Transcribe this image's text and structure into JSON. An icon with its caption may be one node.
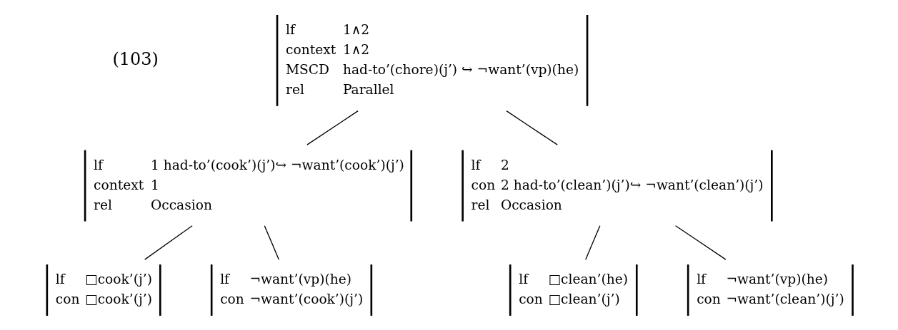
{
  "diagram": {
    "nodes": [
      {
        "text": [
          "lf",
          "1∧2",
          "context",
          "1∧2",
          "MSCD",
          "had-to’(chore)(j’) ↪ ¬want’(vp)(he)",
          "rel",
          "Parallel"
        ]
      },
      {
        "text": [
          "lf",
          "1 had-to’(cook’)(j’)↪ ¬want’(cook’)(j’)",
          "context",
          "1",
          "rel",
          "Occasion"
        ]
      },
      {
        "text": [
          "lf",
          "2",
          "con",
          "2 had-to’(clean’)(j’)↪ ¬want’(clean’)(j’)",
          "rel",
          "Occasion"
        ]
      },
      {
        "text": [
          "lf",
          "□cook’(j’)",
          "con",
          "□cook’(j’)"
        ]
      },
      {
        "text": [
          "lf",
          "¬want’(vp)(he)",
          "con",
          "¬want’(cook’)(j’)"
        ]
      },
      {
        "text": [
          "lf",
          "□clean’(he)",
          "con",
          "□clean’(j’)"
        ]
      },
      {
        "text": [
          "lf",
          "¬want’(vp)(he)",
          "con",
          "¬want’(clean’)(j’)"
        ]
      }
    ],
    "edges": [
      {
        "from": 0,
        "to": 1,
        "arrow": "none"
      },
      {
        "from": 0,
        "to": 2,
        "arrow": "none"
      },
      {
        "from": 1,
        "to": 3,
        "arrow": "none"
      },
      {
        "from": 1,
        "to": 4,
        "arrow": "none"
      },
      {
        "from": 2,
        "to": 5,
        "arrow": "none"
      },
      {
        "from": 2,
        "to": 6,
        "arrow": "none"
      }
    ],
    "labels": [
      "(103)"
    ]
  }
}
